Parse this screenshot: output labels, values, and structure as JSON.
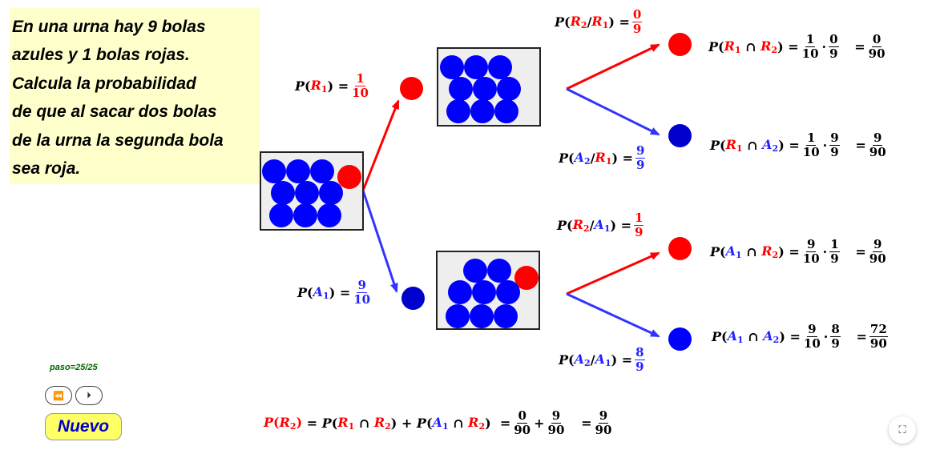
{
  "colors": {
    "red": "#ff0000",
    "blue": "#2222ff",
    "panel": "#ffffcc",
    "button": "#ffff66",
    "arrow_red": "#ff0000",
    "arrow_blue": "#3333ff",
    "step": "#006600"
  },
  "problem": {
    "lines": [
      "En una urna hay 9 bolas",
      "azules  y  1  bolas  rojas.",
      "Calcula  la   probabilidad",
      "de que al sacar dos bolas",
      "de la urna la segunda bola",
      "sea roja."
    ]
  },
  "urns": {
    "initial": {
      "blue": 9,
      "red": 1
    },
    "after_red": {
      "blue": 9,
      "red": 0
    },
    "after_blue": {
      "blue": 8,
      "red": 1
    }
  },
  "first_draw": {
    "red": {
      "event": "R",
      "index": "1",
      "num": "1",
      "den": "10"
    },
    "blue": {
      "event": "A",
      "index": "1",
      "num": "9",
      "den": "10"
    }
  },
  "conditionals": {
    "r2_given_r1": {
      "e1": "R",
      "i1": "2",
      "e2": "R",
      "i2": "1",
      "num": "0",
      "den": "9"
    },
    "a2_given_r1": {
      "e1": "A",
      "i1": "2",
      "e2": "R",
      "i2": "1",
      "num": "9",
      "den": "9"
    },
    "r2_given_a1": {
      "e1": "R",
      "i1": "2",
      "e2": "A",
      "i2": "1",
      "num": "1",
      "den": "9"
    },
    "a2_given_a1": {
      "e1": "A",
      "i1": "2",
      "e2": "A",
      "i2": "1",
      "num": "8",
      "den": "9"
    }
  },
  "intersections": {
    "r1_r2": {
      "e1": "R",
      "i1": "1",
      "e2": "R",
      "i2": "2",
      "f1n": "1",
      "f1d": "10",
      "f2n": "0",
      "f2d": "9",
      "rn": "0",
      "rd": "90"
    },
    "r1_a2": {
      "e1": "R",
      "i1": "1",
      "e2": "A",
      "i2": "2",
      "f1n": "1",
      "f1d": "10",
      "f2n": "9",
      "f2d": "9",
      "rn": "9",
      "rd": "90"
    },
    "a1_r2": {
      "e1": "A",
      "i1": "1",
      "e2": "R",
      "i2": "2",
      "f1n": "9",
      "f1d": "10",
      "f2n": "1",
      "f2d": "9",
      "rn": "9",
      "rd": "90"
    },
    "a1_a2": {
      "e1": "A",
      "i1": "1",
      "e2": "A",
      "i2": "2",
      "f1n": "9",
      "f1d": "10",
      "f2n": "8",
      "f2d": "9",
      "rn": "72",
      "rd": "90"
    }
  },
  "total": {
    "lhs_e": "R",
    "lhs_i": "2",
    "t1_e1": "R",
    "t1_i1": "1",
    "t1_e2": "R",
    "t1_i2": "2",
    "t2_e1": "A",
    "t2_i1": "1",
    "t2_e2": "R",
    "t2_i2": "2",
    "f1n": "0",
    "f1d": "90",
    "f2n": "9",
    "f2d": "90",
    "rn": "9",
    "rd": "90"
  },
  "symbols": {
    "P": "P",
    "eq": "=",
    "cap": "∩",
    "dot": "·",
    "plus": "+",
    "lp": "(",
    "rp": ")",
    "slash": "/"
  },
  "controls": {
    "step_label": "paso=25/25",
    "prev_icon": "rewind-icon",
    "next_icon": "play-step-icon",
    "prev_glyph": "⏪",
    "next_glyph": "⏵",
    "new_label": "Nuevo",
    "fullscreen_icon": "fullscreen-icon",
    "fullscreen_glyph": "⛶"
  }
}
